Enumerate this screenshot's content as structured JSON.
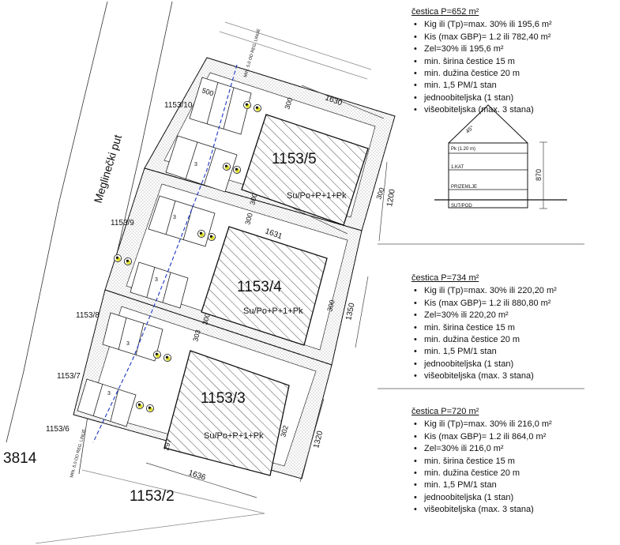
{
  "plan": {
    "road_name": "Meglinečki put",
    "offset_label": "MIN. 5.0 OD REG. LINIJE",
    "parcels": {
      "p1153_5": "1153/5",
      "p1153_4": "1153/4",
      "p1153_3": "1153/3",
      "p1153_10": "1153/10",
      "p1153_9": "1153/9",
      "p1153_8": "1153/8",
      "p1153_7": "1153/7",
      "p1153_6": "1153/6",
      "p1153_2": "1153/2",
      "p3814": "3814"
    },
    "floors_label": "Su/Po+P+1+Pk",
    "parking_number": "3",
    "dimensions": {
      "d1630": "1630",
      "d1631": "1631",
      "d1636": "1636",
      "d1200": "1200",
      "d1350": "1350",
      "d1320": "1320",
      "d500": "500",
      "d300": "300",
      "d303": "303",
      "d302": "302",
      "d297": "297"
    }
  },
  "section": {
    "pk": "Pk (1.20 m)",
    "kat": "1.KAT",
    "prizemlje": "PRIZEMLJE",
    "sut": "SUT/POD",
    "height": "870",
    "angle": "45°"
  },
  "info_blocks": [
    {
      "title": "čestica P=652 m²",
      "items": [
        "Kig ili (Tp)=max. 30% ili 195,6 m²",
        "Kis (max GBP)= 1.2 ili 782,40 m²",
        "Zel=30% ili 195,6 m²",
        "min. širina čestice 15 m",
        "min. dužina čestice 20 m",
        "min. 1,5 PM/1 stan",
        "jednoobiteljska (1 stan)",
        "višeobiteljska (max. 3 stana)"
      ]
    },
    {
      "title": "čestica P=734 m²",
      "items": [
        "Kig ili (Tp)=max. 30% ili 220,20 m²",
        "Kis (max GBP)= 1.2 ili 880,80 m²",
        "Zel=30% ili 220,20 m²",
        "min. širina čestice 15 m",
        "min. dužina čestice 20 m",
        "min. 1,5 PM/1 stan",
        "jednoobiteljska (1 stan)",
        "višeobiteljska (max. 3 stana)"
      ]
    },
    {
      "title": "čestica P=720 m²",
      "items": [
        "Kig ili (Tp)=max. 30% ili 216,0 m²",
        "Kis (max GBP)= 1.2 ili 864,0 m²",
        "Zel=30% ili 216,0 m²",
        "min. širina čestice 15 m",
        "min. dužina čestice 20 m",
        "min. 1,5 PM/1 stan",
        "jednoobiteljska (1 stan)",
        "višeobiteljska (max. 3 stana)"
      ]
    }
  ]
}
